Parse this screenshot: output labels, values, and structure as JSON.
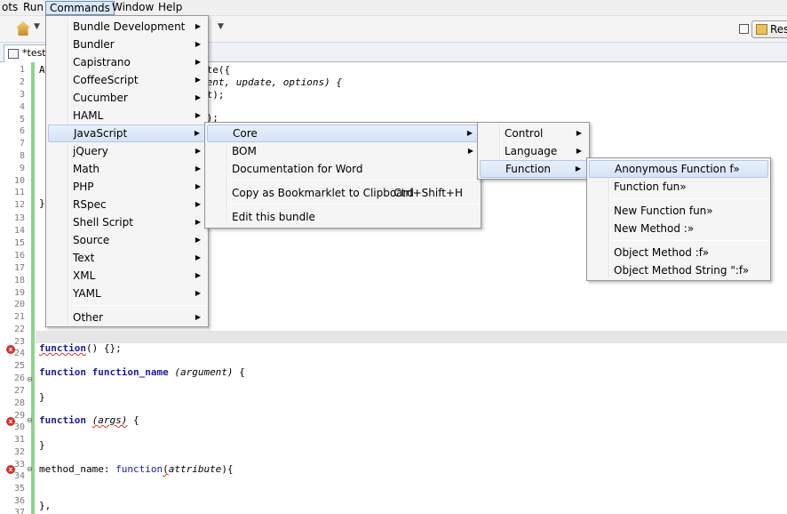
{
  "menubar": {
    "items": [
      {
        "label": "ots"
      },
      {
        "label": "Run"
      },
      {
        "label": "Commands"
      },
      {
        "label": "Window"
      },
      {
        "label": "Help"
      }
    ]
  },
  "toolbar": {
    "perspective_label": "Res"
  },
  "editor_tab": {
    "label": "*test."
  },
  "gutter": {
    "lines": [
      "1",
      "2",
      "3",
      "4",
      "5",
      "6",
      "7",
      "8",
      "9",
      "10",
      "11",
      "12",
      "13",
      "14",
      "15",
      "16",
      "17",
      "18",
      "19",
      "20",
      "21",
      "22",
      "23",
      "24",
      "25",
      "26",
      "27",
      "28",
      "29",
      "30",
      "31",
      "32",
      "33",
      "34",
      "35",
      "36",
      "37"
    ]
  },
  "code": {
    "l1_prefix": "A",
    "l1_frag": "ate({",
    "l2_frag": "ment, update, options) {",
    "l3_frag": "nt);",
    "l4_frag": ";",
    "l5_frag": "e);",
    "l12": "}",
    "l24": {
      "fn": "function",
      "rest": "() {};"
    },
    "l26": {
      "kw1": "function",
      "name": "function_name",
      "arg": "(argument)",
      "rest": " {"
    },
    "l28": "}",
    "l30": {
      "kw": "function",
      "arg": "(args)",
      "rest": " {"
    },
    "l32": "}",
    "l34": {
      "prefix": "method_name: ",
      "kw": "function",
      "paren": "(",
      "arg": "attribute",
      "rest": "){"
    },
    "l37": "},"
  },
  "menus": {
    "commands": [
      {
        "label": "Bundle Development"
      },
      {
        "label": "Bundler"
      },
      {
        "label": "Capistrano"
      },
      {
        "label": "CoffeeScript"
      },
      {
        "label": "Cucumber"
      },
      {
        "label": "HAML"
      },
      {
        "label": "JavaScript"
      },
      {
        "label": "jQuery"
      },
      {
        "label": "Math"
      },
      {
        "label": "PHP"
      },
      {
        "label": "RSpec"
      },
      {
        "label": "Shell Script"
      },
      {
        "label": "Source"
      },
      {
        "label": "Text"
      },
      {
        "label": "XML"
      },
      {
        "label": "YAML"
      },
      {
        "label": "Other"
      }
    ],
    "javascript": [
      {
        "label": "Core"
      },
      {
        "label": "BOM"
      },
      {
        "label": "Documentation for Word"
      },
      {
        "label": "Copy as Bookmarklet to Clipboard",
        "shortcut": "Ctrl+Shift+H"
      },
      {
        "label": "Edit this bundle"
      }
    ],
    "core": [
      {
        "label": "Control"
      },
      {
        "label": "Language"
      },
      {
        "label": "Function"
      }
    ],
    "function": [
      {
        "label": "Anonymous Function f»"
      },
      {
        "label": "Function fun»"
      },
      {
        "label": "New Function fun»"
      },
      {
        "label": "New Method :»"
      },
      {
        "label": "Object Method :f»"
      },
      {
        "label": "Object Method String \":f»"
      }
    ]
  }
}
